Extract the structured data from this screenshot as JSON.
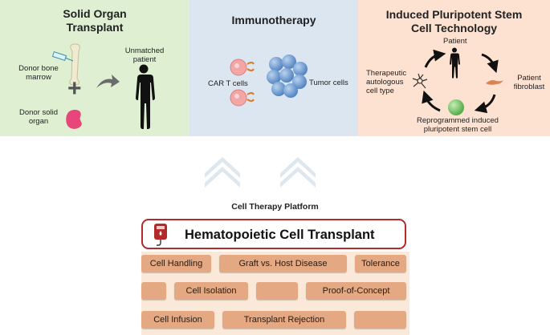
{
  "panels": {
    "solid": {
      "title_line1": "Solid Organ",
      "title_line2": "Transplant",
      "donor_bone_marrow_line1": "Donor bone",
      "donor_bone_marrow_line2": "marrow",
      "donor_solid_organ_line1": "Donor solid",
      "donor_solid_organ_line2": "organ",
      "unmatched_patient_line1": "Unmatched",
      "unmatched_patient_line2": "patient",
      "plus_sign": "+"
    },
    "immuno": {
      "title": "Immunotherapy",
      "car_t_cells": "CAR T cells",
      "tumor_cells": "Tumor cells"
    },
    "ipsc": {
      "title_line1": "Induced Pluripotent Stem",
      "title_line2": "Cell Technology",
      "patient": "Patient",
      "patient_fibroblast_line1": "Patient",
      "patient_fibroblast_line2": "fibroblast",
      "reprogrammed_line1": "Reprogrammed induced",
      "reprogrammed_line2": "pluripotent stem cell",
      "therapeutic_line1": "Therapeutic",
      "therapeutic_line2": "autologous",
      "therapeutic_line3": "cell type"
    }
  },
  "platform": {
    "label": "Cell Therapy Platform",
    "main_title": "Hematopoietic Cell Transplant"
  },
  "bricks": {
    "cell_handling": "Cell Handling",
    "graft_vs_host": "Graft vs. Host Disease",
    "tolerance": "Tolerance",
    "cell_isolation": "Cell Isolation",
    "proof_of_concept": "Proof-of-Concept",
    "cell_infusion": "Cell Infusion",
    "transplant_rejection": "Transplant Rejection"
  },
  "colors": {
    "solid_panel_bg": "#dff0d2",
    "immuno_panel_bg": "#dce6f1",
    "ipsc_panel_bg": "#fde2d2",
    "brick": "#e4a882",
    "hct_border": "#b22a2a",
    "chevron": "#dfe7ee"
  }
}
